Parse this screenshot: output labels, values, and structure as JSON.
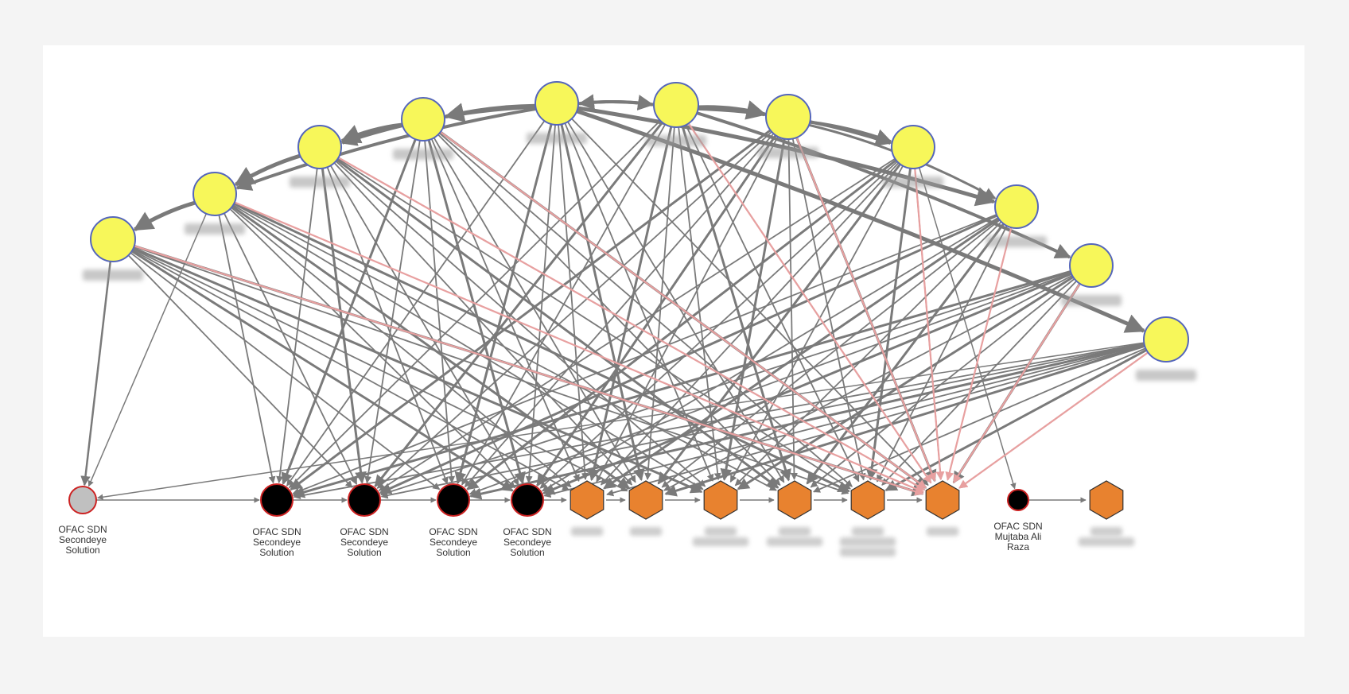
{
  "colors": {
    "background": "#f4f4f4",
    "card": "#ffffff",
    "edge": "#7a7a7a",
    "edge_highlight": "#e8a0a0",
    "exchange_node": "#f7f75a",
    "exchange_stroke": "#5566bb",
    "sanctioned_node": "#000000",
    "sanctioned_stroke": "#cc2222",
    "unknown_node": "#c0c0c0",
    "address_node": "#e8822f",
    "address_stroke": "#333333"
  },
  "labels": {
    "b0": [
      "OFAC SDN",
      "Secondeye",
      "Solution"
    ],
    "b1": [
      "OFAC SDN",
      "Secondeye",
      "Solution"
    ],
    "b2": [
      "OFAC SDN",
      "Secondeye",
      "Solution"
    ],
    "b3": [
      "OFAC SDN",
      "Secondeye",
      "Solution"
    ],
    "b4": [
      "OFAC SDN",
      "Secondeye",
      "Solution"
    ],
    "b13": [
      "OFAC SDN",
      "Mujtaba Ali",
      "Raza"
    ]
  }
}
